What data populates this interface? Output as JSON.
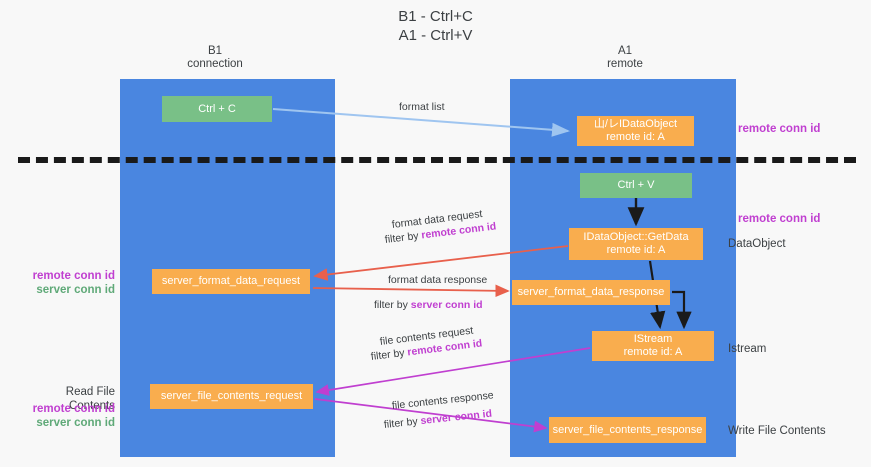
{
  "title": {
    "line1": "B1 - Ctrl+C",
    "line2": "A1 - Ctrl+V"
  },
  "columns": [
    {
      "name": "B1",
      "role": "connection"
    },
    {
      "name": "A1",
      "role": "remote"
    }
  ],
  "boxes": {
    "ctrl_c": {
      "label": "Ctrl + C",
      "color": "#79c087"
    },
    "idataobject": {
      "line1": "山/レIDataObject",
      "line2": "remote id: A",
      "color": "#f9ad4e"
    },
    "ctrl_v": {
      "label": "Ctrl + V",
      "color": "#79c087"
    },
    "getdata": {
      "line1": "IDataObject::GetData",
      "line2": "remote id: A",
      "color": "#f9ad4e"
    },
    "server_format_data_request": {
      "label": "server_format_data_request",
      "color": "#f9ad4e"
    },
    "server_format_data_response": {
      "label": "server_format_data_response",
      "color": "#f9ad4e"
    },
    "istream": {
      "line1": "IStream",
      "line2": "remote id: A",
      "color": "#f9ad4e"
    },
    "server_file_contents_request": {
      "label": "server_file_contents_request",
      "color": "#f9ad4e"
    },
    "server_file_contents_response": {
      "label": "server_file_contents_response",
      "color": "#f9ad4e"
    }
  },
  "edges": {
    "format_list": "format list",
    "format_data_request": "format data request",
    "format_data_request_filter_prefix": "filter by ",
    "format_data_request_filter_key": "remote conn id",
    "format_data_response": "format data response",
    "format_data_response_filter_prefix": "filter by ",
    "format_data_response_filter_key": "server conn id",
    "file_contents_request": "file contents request",
    "file_contents_request_filter_prefix": "filter by ",
    "file_contents_request_filter_key": "remote conn id",
    "file_contents_response": "file contents response",
    "file_contents_response_filter_prefix": "filter by ",
    "file_contents_response_filter_key": "server conn id"
  },
  "side_labels": {
    "remote_conn_id_top": "remote conn id",
    "remote_conn_id_mid": "remote conn id",
    "dataobject": "DataObject",
    "istream": "Istream",
    "write_file_contents": "Write File Contents",
    "read_file_contents": "Read File Contents",
    "left_remote_conn_id": "remote conn id",
    "left_server_conn_id": "server conn id",
    "left_remote_conn_id_2": "remote conn id",
    "left_server_conn_id_2": "server conn id"
  },
  "colors": {
    "lane": "#4a86e0",
    "green_box": "#79c087",
    "orange_box": "#f9ad4e",
    "purple": "#c03fd0",
    "green_text": "#5fa978",
    "arrow_blue": "#9fc5f0",
    "arrow_black": "#1a1a1a",
    "arrow_red": "#e8604c",
    "arrow_magenta": "#c03fd0",
    "divider": "#1a1a1a",
    "background": "#f8f8f8"
  }
}
